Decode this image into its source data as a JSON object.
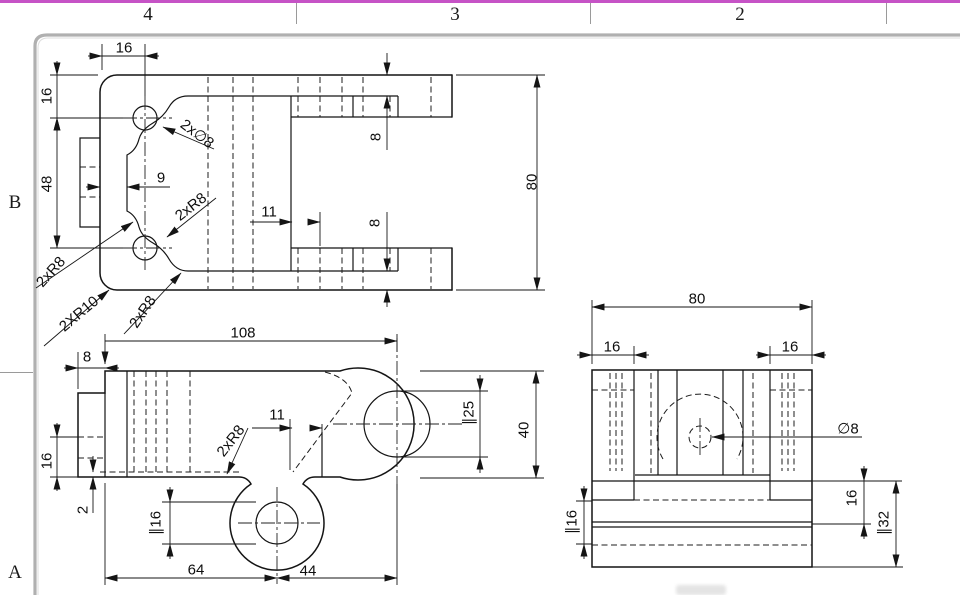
{
  "sheet": {
    "accent_color": "#c653c6",
    "top_zones": [
      {
        "label": "4"
      },
      {
        "label": "3"
      },
      {
        "label": "2"
      }
    ],
    "side_zones": [
      {
        "label": "B"
      },
      {
        "label": "A"
      }
    ]
  },
  "front": {
    "t16": "16",
    "l16": "16",
    "l48": "48",
    "d9": "9",
    "holes": "2x∅8",
    "r8a": "2xR8",
    "r8b": "2xR8",
    "r10": "2XR10",
    "r8c": "2xR8",
    "d11": "11",
    "t8": "8",
    "b8": "8",
    "h80": "80"
  },
  "plan": {
    "d108": "108",
    "d8": "8",
    "r8": "2xR8",
    "d11": "11",
    "d25": "∥25",
    "d40": "40",
    "l16": "16",
    "d2": "2",
    "d16": "∥16",
    "d64": "64",
    "d44": "44"
  },
  "side": {
    "d80": "80",
    "l16": "16",
    "r16": "16",
    "d8": "∅8",
    "d16": "∥16",
    "m16": "16",
    "d32": "∥32"
  }
}
